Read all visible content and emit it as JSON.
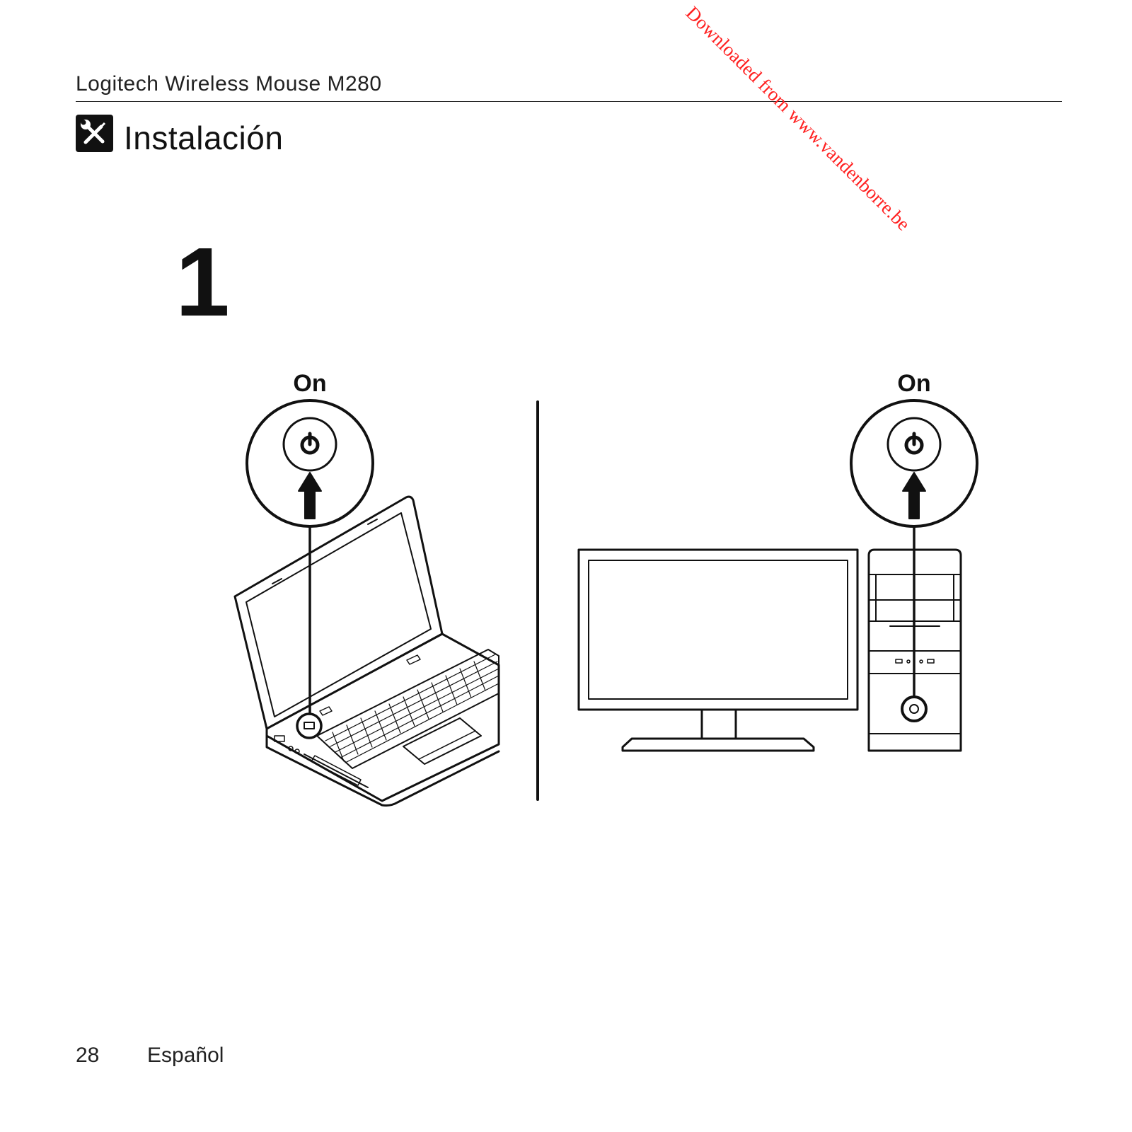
{
  "header": {
    "title": "Logitech Wireless Mouse M280"
  },
  "section": {
    "title": "Instalación",
    "icon": "tools-icon"
  },
  "step": {
    "number": "1"
  },
  "figures": {
    "laptop": {
      "label": "On",
      "icon": "power-icon"
    },
    "desktop": {
      "label": "On",
      "icon": "power-icon"
    }
  },
  "watermark": {
    "text": "Downloaded from www.vandenborre.be",
    "color": "#ff2020"
  },
  "footer": {
    "page_number": "28",
    "language": "Español"
  }
}
